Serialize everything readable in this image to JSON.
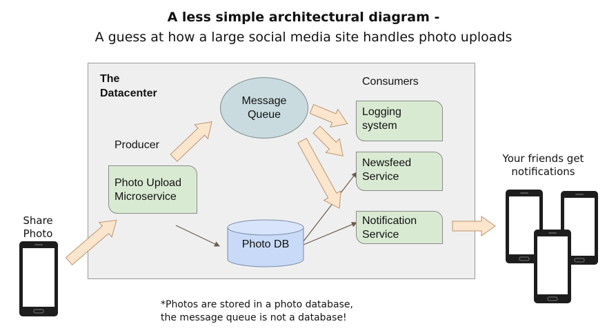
{
  "header": {
    "title": "A less simple architectural diagram -",
    "subtitle": "A guess at how a large social media site handles photo uploads"
  },
  "datacenter": {
    "label_line1": "The",
    "label_line2": "Datacenter"
  },
  "labels": {
    "producer": "Producer",
    "consumers": "Consumers"
  },
  "nodes": {
    "message_queue": {
      "line1": "Message",
      "line2": "Queue"
    },
    "photo_upload": {
      "line1": "Photo Upload",
      "line2": "Microservice"
    },
    "photo_db": {
      "label": "Photo DB"
    },
    "logging": {
      "line1": "Logging",
      "line2": "system"
    },
    "newsfeed": {
      "line1": "Newsfeed",
      "line2": "Service"
    },
    "notification": {
      "line1": "Notification",
      "line2": "Service"
    }
  },
  "share_photo": {
    "line1": "Share",
    "line2": "Photo"
  },
  "friends": {
    "line1": "Your friends get",
    "line2": "notifications"
  },
  "note": {
    "line1": "*Photos are stored in a photo database,",
    "line2": "the message queue is not a database!"
  },
  "colors": {
    "service_fill": "#d9ead3",
    "queue_fill": "#c9dbdf",
    "db_fill": "#c9daf8",
    "arrow_fill": "#fce5cd",
    "datacenter_fill": "#efefef"
  }
}
